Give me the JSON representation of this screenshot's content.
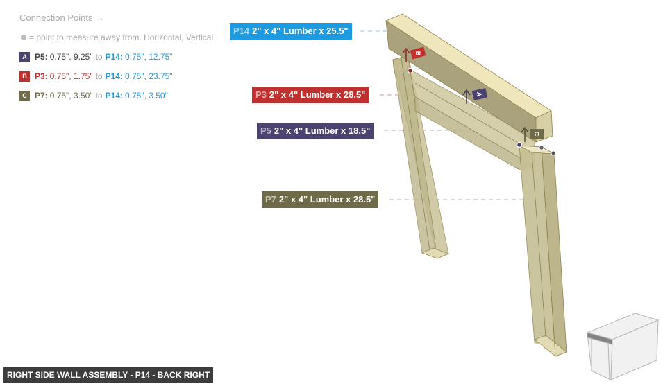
{
  "legend": {
    "title": "Connection Points →",
    "note": "= point to measure away from. Horizontal, Vertical",
    "connections": [
      {
        "badge": "A",
        "badge_color": "#4b4270",
        "from_part": "P5:",
        "from_vals": "0.75\", 9.25\"",
        "from_color": "#444444",
        "to": "to",
        "to_part": "P14:",
        "to_vals": "0.75\", 12.75\""
      },
      {
        "badge": "B",
        "badge_color": "#c0302f",
        "from_part": "P3:",
        "from_vals": "0.75\", 1.75\"",
        "from_color": "#c0302f",
        "to": "to",
        "to_part": "P14:",
        "to_vals": "0.75\", 23.75\""
      },
      {
        "badge": "C",
        "badge_color": "#6f6b48",
        "from_part": "P7:",
        "from_vals": "0.75\", 3.50\"",
        "from_color": "#6f6b48",
        "to": "to",
        "to_part": "P14:",
        "to_vals": "0.75\", 3.50\""
      }
    ]
  },
  "parts": [
    {
      "id": "P14",
      "spec": "2\" x 4\" Lumber  x 25.5\"",
      "color": "#1e9ae0"
    },
    {
      "id": "P3",
      "spec": "2\" x 4\" Lumber  x 28.5\"",
      "color": "#c0302f"
    },
    {
      "id": "P5",
      "spec": "2\" x 4\" Lumber  x 18.5\"",
      "color": "#4b4270"
    },
    {
      "id": "P7",
      "spec": "2\" x 4\" Lumber  x 28.5\"",
      "color": "#6f6b48"
    }
  ],
  "markers": [
    {
      "label": "B",
      "color": "#c0302f"
    },
    {
      "label": "A",
      "color": "#4b4270"
    },
    {
      "label": "C",
      "color": "#6f6b48"
    }
  ],
  "footer": {
    "title": "RIGHT SIDE WALL ASSEMBLY - P14 - BACK RIGHT"
  },
  "thumbnail": {
    "name": "assembly-overview"
  }
}
